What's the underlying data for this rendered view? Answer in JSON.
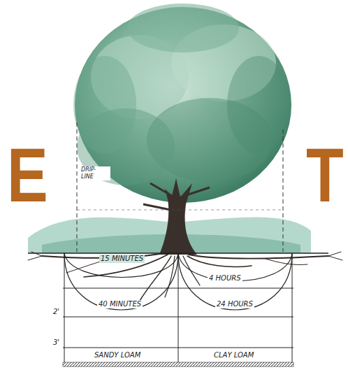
{
  "diagram": {
    "labels": [
      "E",
      "T",
      "DRIP- LINE",
      "15 MINUTES",
      "4 HOURS",
      "40 MINUTES",
      "24 HOURS",
      "2'",
      "3'",
      "SANDY LOAM",
      "CLAY LOAM"
    ]
  }
}
